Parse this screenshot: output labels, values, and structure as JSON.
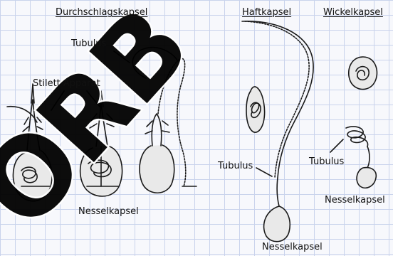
{
  "headings": {
    "durchschlag": "Durchschlagskapsel",
    "haft": "Haftkapsel",
    "wickel": "Wickelkapsel"
  },
  "labels": {
    "tubulus_left": "Tubulus",
    "stilett": "Stilett Apparat",
    "nessel_left": "Nesselkapsel",
    "tubulus_mid": "Tubulus",
    "nessel_mid": "Nesselkapsel",
    "tubulus_right": "Tubulus",
    "nessel_right": "Nesselkapsel"
  },
  "watermark": "ORB",
  "colors": {
    "grid": "#c9d3ec",
    "background": "#f7f8fc",
    "ink": "#1a1a1a",
    "capsule_fill": "#e9e9e9"
  }
}
